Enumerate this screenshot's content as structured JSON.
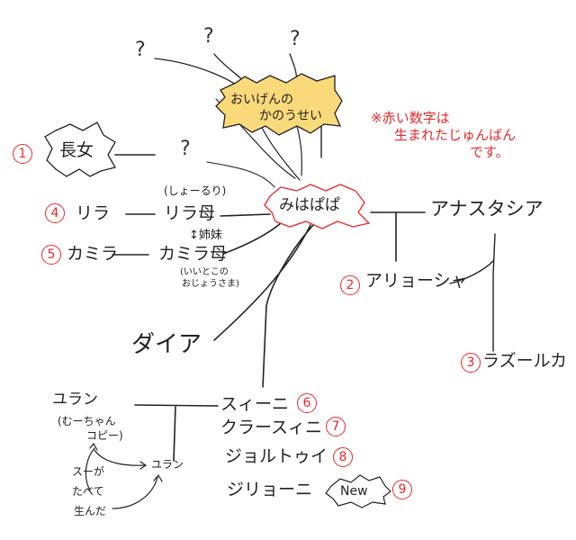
{
  "colors": {
    "ink": "#222222",
    "red": "#e8282d",
    "yellow": "#fad97a"
  },
  "questions": [
    "?",
    "?",
    "?",
    "?"
  ],
  "hypothesis": {
    "line1": "おいげんの",
    "line2": "かのうせい"
  },
  "note": {
    "line1": "※赤い数字は",
    "line2": "生まれたじゅんばん",
    "line3": "です。"
  },
  "center": "みはぱぱ",
  "people": {
    "eldest": {
      "num": "1",
      "name": "長女"
    },
    "lira": {
      "num": "4",
      "name": "リラ"
    },
    "lira_mother": {
      "name": "リラ母",
      "note": "(しょーるり)"
    },
    "sisters": "↕姉妹",
    "kamira": {
      "num": "5",
      "name": "カミラ"
    },
    "kamira_mother": {
      "name": "カミラ母",
      "note1": "(いいとこの",
      "note2": "おじょうさま)"
    },
    "anastasia": {
      "name": "アナスタシア"
    },
    "alyosha": {
      "num": "2",
      "name": "アリョーシャ"
    },
    "lazurka": {
      "num": "3",
      "name": "ラズールカ"
    },
    "daia": {
      "name": "ダイア"
    },
    "yuran": {
      "name": "ユラン",
      "note1": "(むーちゃん",
      "note2": "コピー)"
    },
    "yuran2": {
      "name": "ユラン"
    },
    "yuran_note": {
      "line1": "スーが",
      "line2": "たべて",
      "line3": "生んだ"
    },
    "children": [
      {
        "num": "6",
        "name": "スィーニ"
      },
      {
        "num": "7",
        "name": "クラースィニ"
      },
      {
        "num": "8",
        "name": "ジョルトゥイ"
      },
      {
        "num": "9",
        "name": "ジリョーニ",
        "badge": "New"
      }
    ]
  }
}
